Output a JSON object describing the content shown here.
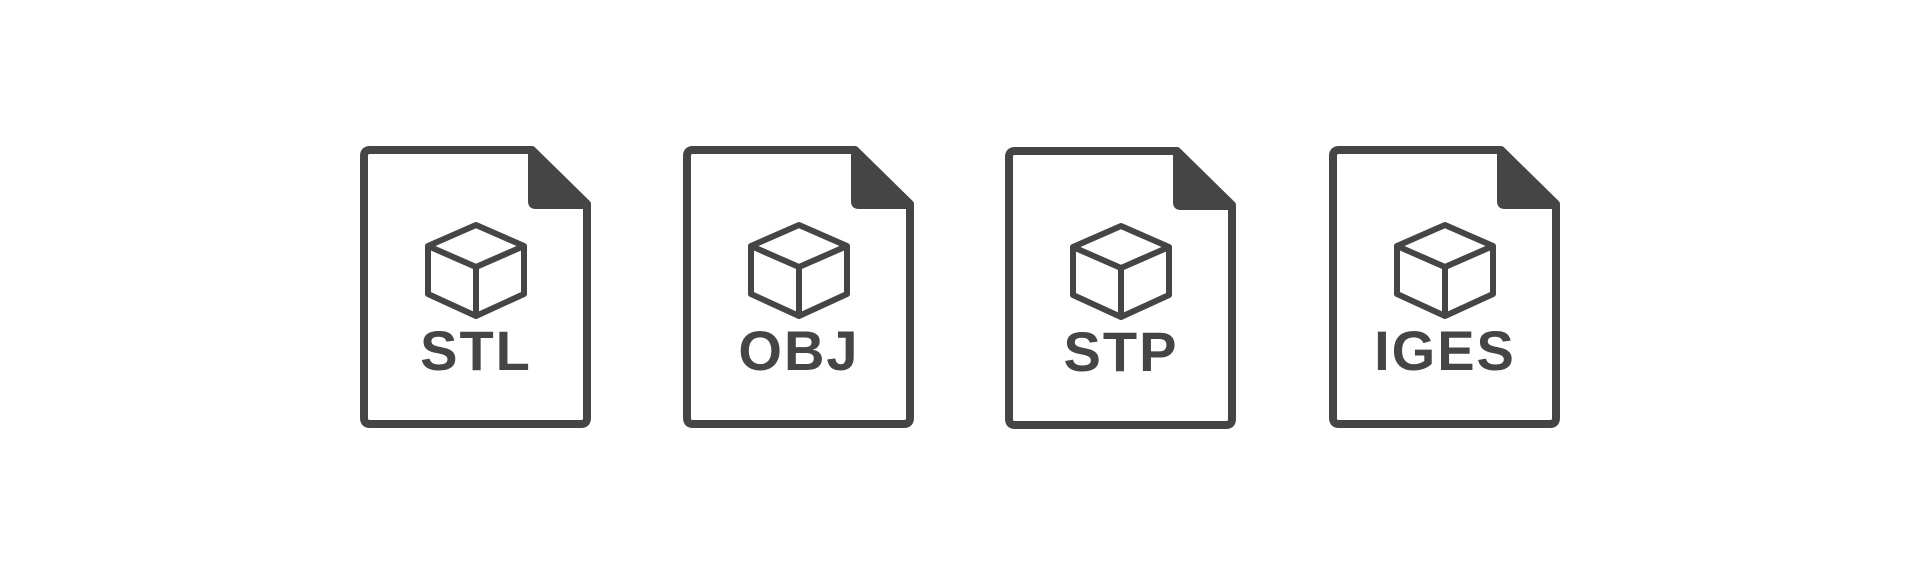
{
  "icon_color": "#454545",
  "background_color": "#ffffff",
  "files": [
    {
      "label": "STL",
      "icon": "cube-icon"
    },
    {
      "label": "OBJ",
      "icon": "cube-icon"
    },
    {
      "label": "STP",
      "icon": "cube-icon"
    },
    {
      "label": "IGES",
      "icon": "cube-icon"
    }
  ]
}
